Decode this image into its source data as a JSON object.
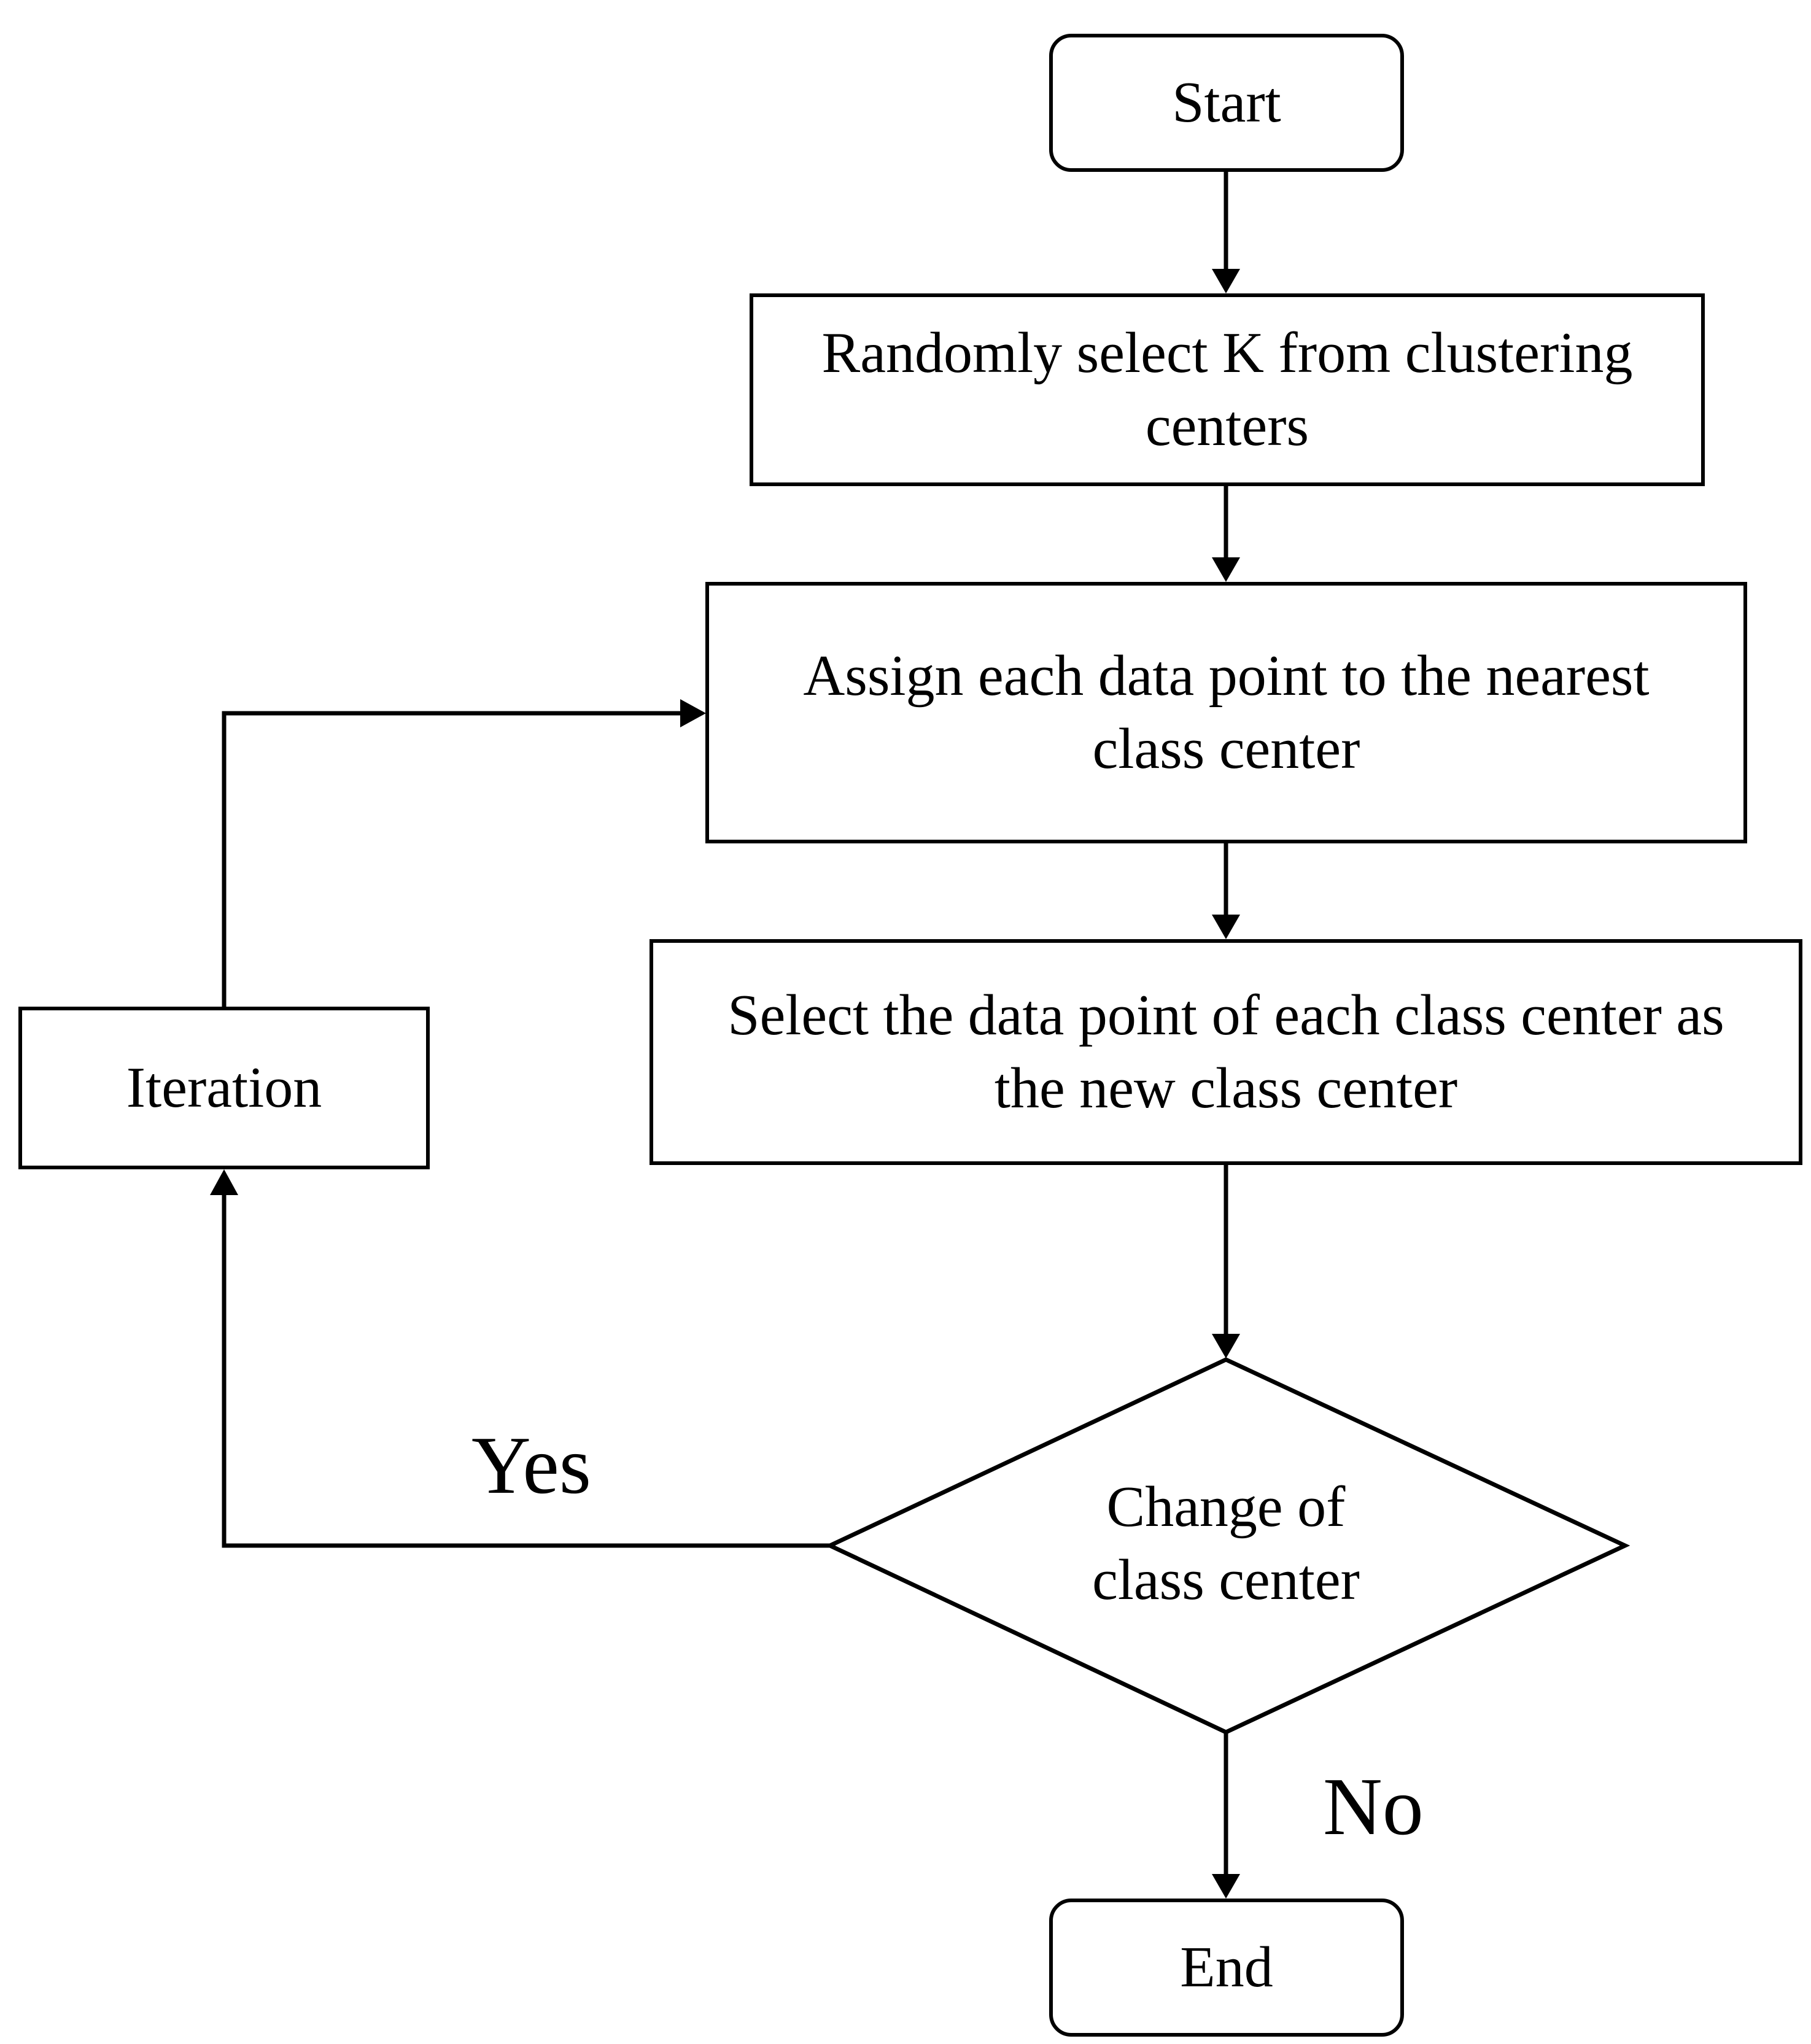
{
  "nodes": {
    "start": "Start",
    "select_k": "Randomly select K from clustering centers",
    "assign": "Assign each data point to the nearest class center",
    "new_center": "Select the data point of each class center as the new class center",
    "decision": "Change of class center",
    "iteration": "Iteration",
    "end": "End"
  },
  "edge_labels": {
    "yes": "Yes",
    "no": "No"
  },
  "colors": {
    "stroke": "#000000",
    "background": "#ffffff"
  }
}
